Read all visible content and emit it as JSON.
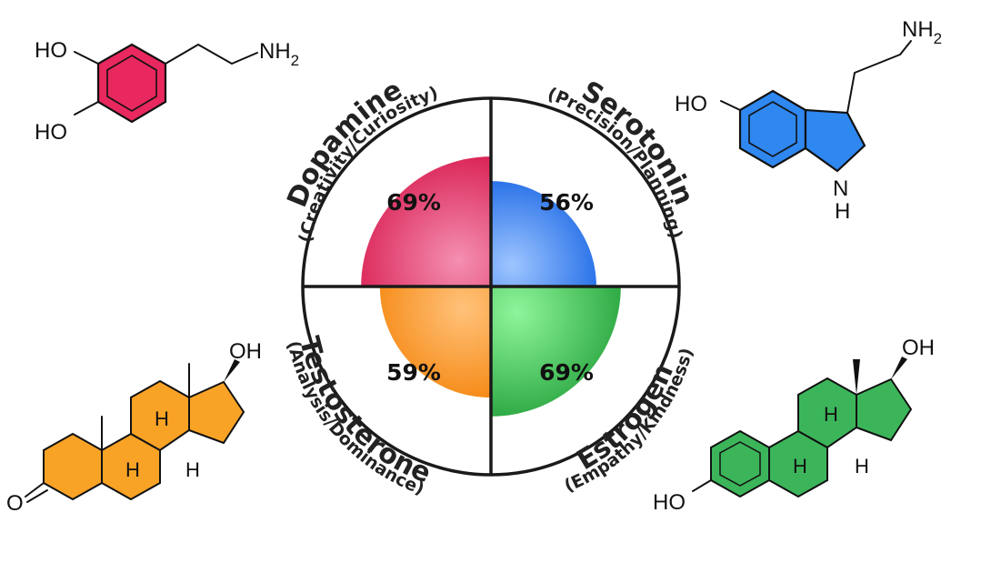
{
  "chart_data": {
    "type": "pie",
    "max_value": 100,
    "segments": [
      {
        "name": "Dopamine",
        "subtitle": "(Creativity/Curiosity)",
        "value": 69,
        "label": "69%",
        "color_light": "#f48fb1",
        "color_dark": "#d81b4f"
      },
      {
        "name": "Serotonin",
        "subtitle": "(Precision/Planning)",
        "value": 56,
        "label": "56%",
        "color_light": "#9ec5ff",
        "color_dark": "#1e6ae6"
      },
      {
        "name": "Estrogen",
        "subtitle": "(Empathy/Kindness)",
        "value": 69,
        "label": "69%",
        "color_light": "#8ef59a",
        "color_dark": "#25a23c"
      },
      {
        "name": "Testosterone",
        "subtitle": "(Analysis/Dominance)",
        "value": 59,
        "label": "59%",
        "color_light": "#ffc27a",
        "color_dark": "#f5860f"
      }
    ]
  },
  "molecules": {
    "dopamine": {
      "ho_top": "HO",
      "ho_bottom": "HO",
      "nh2": "NH",
      "nh2_sub": "2",
      "color": "#e8285e"
    },
    "serotonin": {
      "ho": "HO",
      "nh2": "NH",
      "nh2_sub": "2",
      "nh_n": "N",
      "nh_h": "H",
      "color": "#2f87f0"
    },
    "testosterone": {
      "oh": "OH",
      "o": "O",
      "h1": "H",
      "h2": "H",
      "h3": "H",
      "color": "#f9a326"
    },
    "estrogen": {
      "oh": "OH",
      "ho": "HO",
      "h1": "H",
      "h2": "H",
      "h3": "H",
      "color": "#3cb55a"
    }
  }
}
